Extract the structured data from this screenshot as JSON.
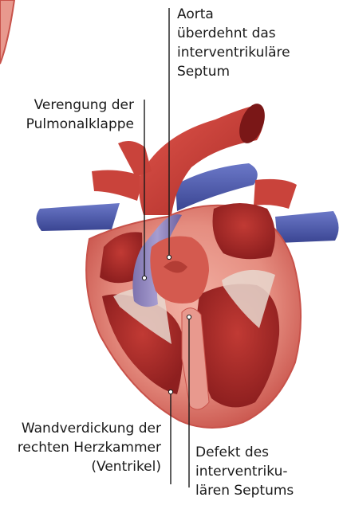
{
  "labels": {
    "aorta": "Aorta\nüberdehnt das\ninterventrikuläre\nSeptum",
    "pulmonary_valve": "Verengung der\nPulmonalklappe",
    "wall_thickening": "Wandverdickung der\nrechten Herzkammer\n(Ventrikel)",
    "septal_defect": "Defekt des\ninterventriku-\nlären Septums"
  },
  "colors": {
    "tissue": "#c8524a",
    "tissue_light": "#e8998e",
    "artery": "#c93a33",
    "vein": "#4a56a6",
    "pulmonary": "#8a7fb8",
    "leader": "#1a1a1a"
  }
}
